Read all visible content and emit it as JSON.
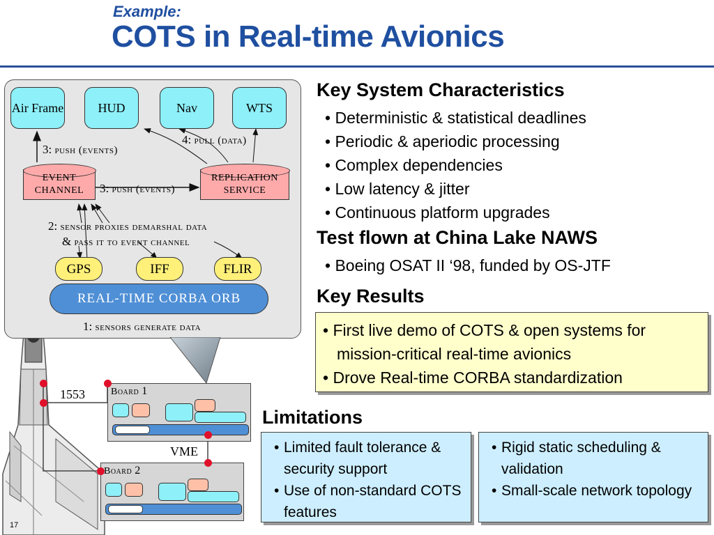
{
  "header": {
    "subtitle": "Example:",
    "title": "COTS in Real-time Avionics"
  },
  "diagram": {
    "nodes": {
      "airframe": "Air Frame",
      "hud": "HUD",
      "nav": "Nav",
      "wts": "WTS",
      "event_channel": "EVENT CHANNEL",
      "replication_service": "REPLICATION SERVICE",
      "gps": "GPS",
      "iff": "IFF",
      "flir": "FLIR",
      "orb": "REAL-TIME CORBA ORB"
    },
    "labels": {
      "push_events_up_num": "3:",
      "push_events_up": "push (events)",
      "push_events_right_num": "3:",
      "push_events_right": "push (events)",
      "pull_data_num": "4:",
      "pull_data": "pull (data)",
      "sensor_proxies_num": "2:",
      "sensor_proxies": "sensor proxies demarshal data",
      "pass_to_channel_amp": "&",
      "pass_to_channel": "pass it to event channel",
      "sensors_generate_num": "1:",
      "sensors_generate": "sensors generate data"
    },
    "colors": {
      "client_node": "#8ef0f8",
      "event_node": "#ffaaaa",
      "sensor_node": "#fff07a",
      "orb": "#4f8fd6"
    }
  },
  "hardware": {
    "bus_1553": "1553",
    "bus_vme": "VME",
    "board1_word": "Board",
    "board1_num": "1",
    "board2_word": "Board",
    "board2_num": "2"
  },
  "key_system": {
    "heading": "Key System Characteristics",
    "items": [
      "Deterministic & statistical deadlines",
      "Periodic & aperiodic processing",
      "Complex dependencies",
      "Low latency & jitter",
      "Continuous platform upgrades"
    ]
  },
  "test_flown": {
    "heading": "Test flown at China Lake NAWS",
    "items": [
      "Boeing OSAT II ‘98, funded by OS-JTF"
    ]
  },
  "key_results": {
    "heading": "Key Results",
    "items": [
      "First live demo of COTS & open systems for mission-critical real-time avionics",
      "Drove Real-time CORBA standardization"
    ]
  },
  "limitations": {
    "heading": "Limitations",
    "left": [
      "Limited fault tolerance & security support",
      "Use of non-standard COTS features"
    ],
    "right": [
      "Rigid static scheduling & validation",
      "Small-scale network topology"
    ]
  },
  "footer": {
    "page_number": "17"
  }
}
